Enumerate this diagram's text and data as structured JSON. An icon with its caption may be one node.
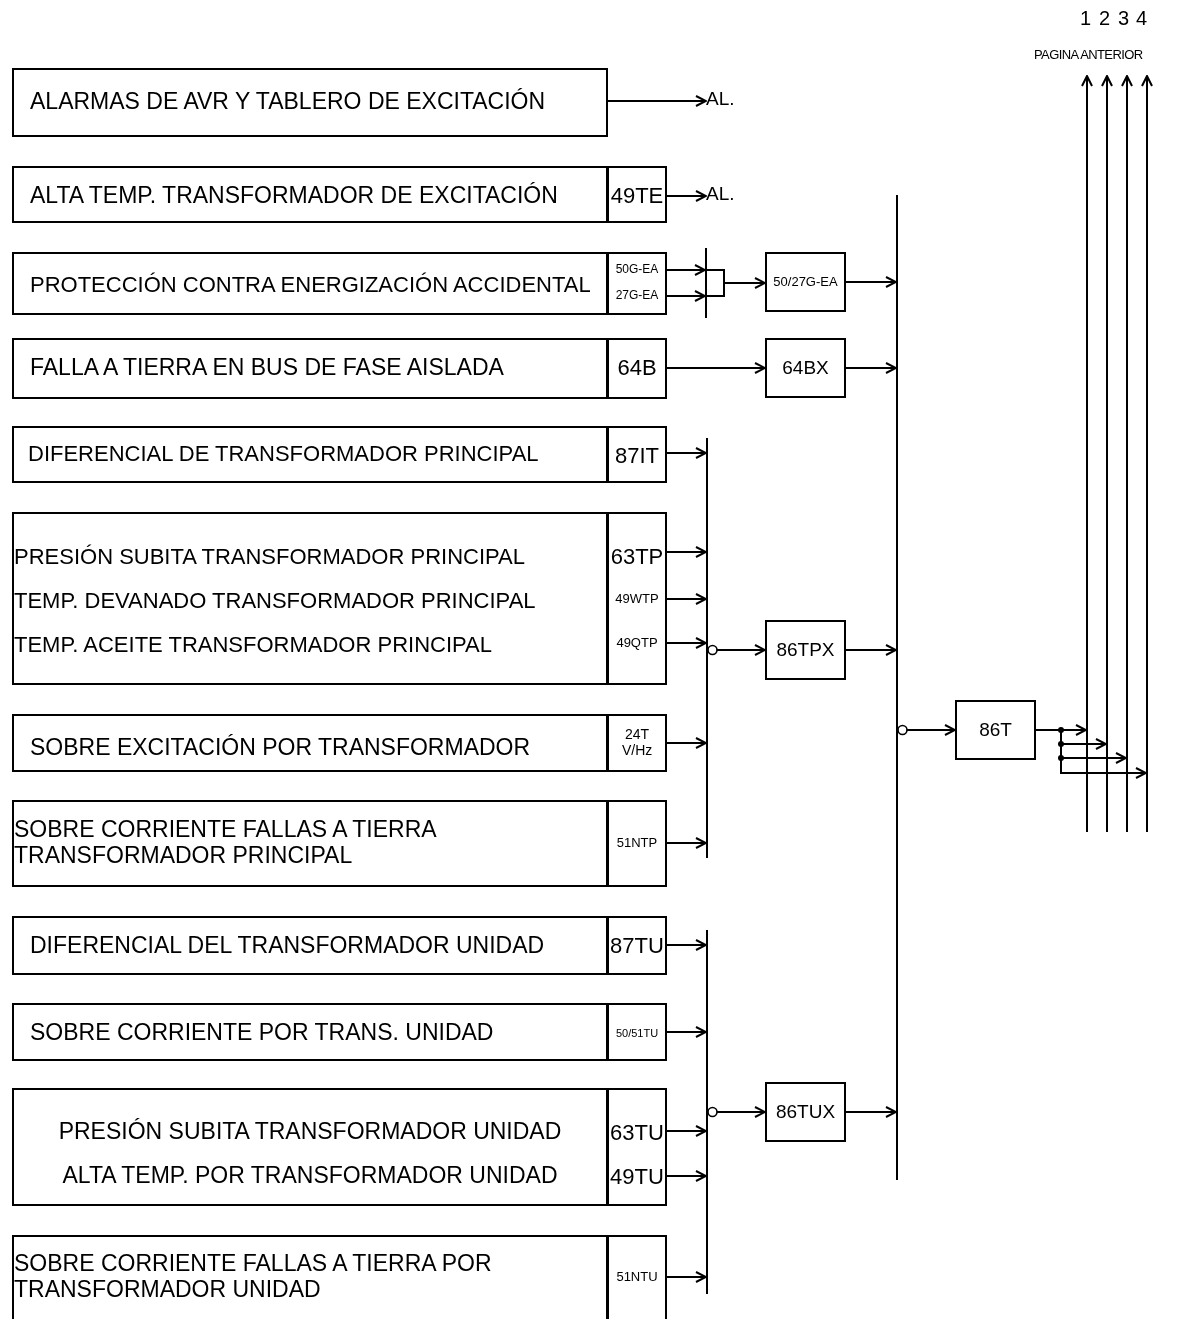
{
  "diagram": {
    "nodes": [
      {
        "text": [
          "ALARMAS DE AVR Y TABLERO DE EXCITACIÓN"
        ]
      },
      {
        "text": [
          "AL."
        ]
      },
      {
        "text": [
          "ALTA TEMP. TRANSFORMADOR DE EXCITACIÓN"
        ]
      },
      {
        "text": [
          "49TE"
        ]
      },
      {
        "text": [
          "AL."
        ]
      },
      {
        "text": [
          "PROTECCIÓN CONTRA ENERGIZACIÓN ACCIDENTAL"
        ]
      },
      {
        "text": [
          "50G-EA",
          "27G-EA"
        ]
      },
      {
        "text": [],
        "shape": "bar"
      },
      {
        "text": [
          "50/27G-EA"
        ]
      },
      {
        "text": [
          "FALLA A TIERRA EN BUS DE FASE AISLADA"
        ]
      },
      {
        "text": [
          "64B"
        ]
      },
      {
        "text": [
          "64BX"
        ]
      },
      {
        "text": [
          "DIFERENCIAL DE TRANSFORMADOR PRINCIPAL"
        ]
      },
      {
        "text": [
          "87IT"
        ]
      },
      {
        "text": [
          "PRESIÓN SUBITA TRANSFORMADOR PRINCIPAL",
          "TEMP. DEVANADO TRANSFORMADOR PRINCIPAL",
          "TEMP. ACEITE TRANSFORMADOR PRINCIPAL"
        ]
      },
      {
        "text": [
          "63TP",
          "49WTP",
          "49QTP"
        ]
      },
      {
        "text": [
          "SOBRE EXCITACIÓN POR TRANSFORMADOR"
        ]
      },
      {
        "text": [
          "24T V/Hz"
        ]
      },
      {
        "text": [
          "SOBRE CORRIENTE FALLAS A TIERRA TRANSFORMADOR PRINCIPAL"
        ]
      },
      {
        "text": [
          "51NTP"
        ]
      },
      {
        "text": [],
        "shape": "bar"
      },
      {
        "text": [
          "86TPX"
        ]
      },
      {
        "text": [
          "DIFERENCIAL DEL TRANSFORMADOR UNIDAD"
        ]
      },
      {
        "text": [
          "87TU"
        ]
      },
      {
        "text": [
          "SOBRE CORRIENTE POR TRANS. UNIDAD"
        ]
      },
      {
        "text": [
          "50/51TU"
        ]
      },
      {
        "text": [
          "PRESIÓN SUBITA TRANSFORMADOR UNIDAD",
          "ALTA TEMP. POR TRANSFORMADOR UNIDAD"
        ]
      },
      {
        "text": [
          "63TU",
          "49TU"
        ]
      },
      {
        "text": [
          "SOBRE CORRIENTE FALLAS A TIERRA POR TRANSFORMADOR UNIDAD"
        ]
      },
      {
        "text": [
          "51NTU"
        ]
      },
      {
        "text": [],
        "shape": "bar"
      },
      {
        "text": [
          "86TUX"
        ]
      },
      {
        "text": [],
        "shape": "bar"
      },
      {
        "text": [
          "86T"
        ]
      },
      {
        "text": [],
        "shape": "bar"
      },
      {
        "text": [],
        "shape": "bar"
      },
      {
        "text": [],
        "shape": "bar"
      },
      {
        "text": [],
        "shape": "bar"
      },
      {
        "text": [
          "PAGINA ANTERIOR"
        ]
      }
    ],
    "edges": [
      {
        "from": 0,
        "to": 1,
        "arrow": "to"
      },
      {
        "from": 3,
        "to": 4,
        "arrow": "to"
      },
      {
        "from": 6,
        "to": 7,
        "arrow": "to"
      },
      {
        "from": 6,
        "to": 7,
        "arrow": "to"
      },
      {
        "from": 7,
        "to": 8,
        "arrow": "to"
      },
      {
        "from": 8,
        "to": 32,
        "arrow": "to"
      },
      {
        "from": 10,
        "to": 11,
        "arrow": "to"
      },
      {
        "from": 11,
        "to": 32,
        "arrow": "to"
      },
      {
        "from": 13,
        "to": 20,
        "arrow": "to"
      },
      {
        "from": 15,
        "to": 20,
        "arrow": "to"
      },
      {
        "from": 15,
        "to": 20,
        "arrow": "to"
      },
      {
        "from": 15,
        "to": 20,
        "arrow": "to"
      },
      {
        "from": 17,
        "to": 20,
        "arrow": "to"
      },
      {
        "from": 19,
        "to": 20,
        "arrow": "to"
      },
      {
        "from": 20,
        "to": 21,
        "arrow": "to"
      },
      {
        "from": 21,
        "to": 32,
        "arrow": "to"
      },
      {
        "from": 23,
        "to": 30,
        "arrow": "to"
      },
      {
        "from": 25,
        "to": 30,
        "arrow": "to"
      },
      {
        "from": 27,
        "to": 30,
        "arrow": "to"
      },
      {
        "from": 27,
        "to": 30,
        "arrow": "to"
      },
      {
        "from": 29,
        "to": 30,
        "arrow": "to"
      },
      {
        "from": 30,
        "to": 31,
        "arrow": "to"
      },
      {
        "from": 31,
        "to": 32,
        "arrow": "to"
      },
      {
        "from": 32,
        "to": 33,
        "arrow": "to"
      },
      {
        "from": 33,
        "to": 34,
        "arrow": "to"
      },
      {
        "from": 33,
        "to": 35,
        "arrow": "to"
      },
      {
        "from": 33,
        "to": 36,
        "arrow": "to"
      },
      {
        "from": 33,
        "to": 37,
        "arrow": "to"
      },
      {
        "from": 34,
        "to": 38,
        "arrow": "to"
      },
      {
        "from": 35,
        "to": 38,
        "arrow": "to"
      },
      {
        "from": 36,
        "to": 38,
        "arrow": "to"
      },
      {
        "from": 37,
        "to": 38,
        "arrow": "to"
      }
    ],
    "labels": [
      "1",
      "2",
      "3",
      "4"
    ]
  }
}
